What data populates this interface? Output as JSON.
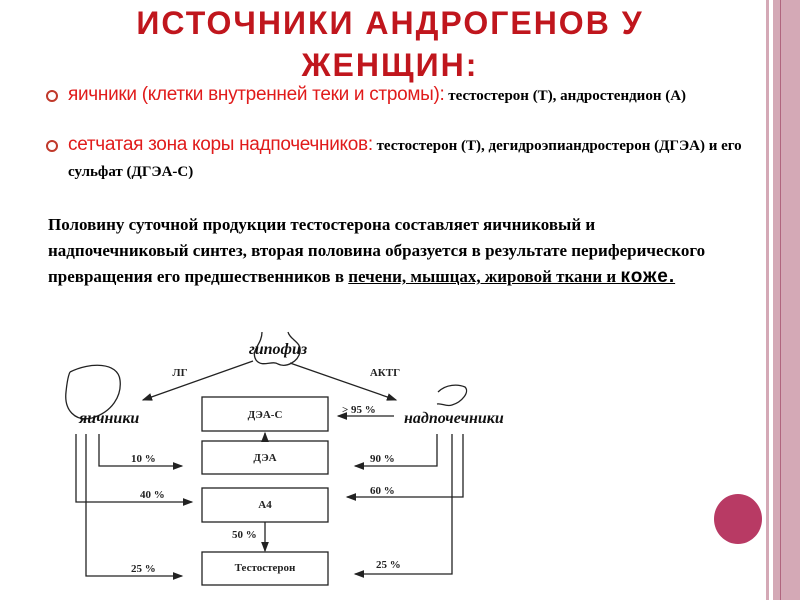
{
  "title": {
    "line1": "ИСТОЧНИКИ АНДРОГЕНОВ У",
    "line2": "ЖЕНЩИН:"
  },
  "bullets": [
    {
      "head": "яичники (клетки внутренней теки и стромы):",
      "body": " тестостерон (Т), андростендион (А)"
    },
    {
      "head": "сетчатая зона коры надпочечников:",
      "body": " тестостерон (Т), дегидроэпиандростерон (ДГЭА) и его сульфат (ДГЭА-С)"
    }
  ],
  "paragraph": {
    "text": "Половину суточной продукции тестостерона составляет яичниковый и надпочечниковый синтез, вторая половина образуется в результате периферического превращения его предшественников в ",
    "u1": "печени, мышцах, жировой ткани и ",
    "u2": "коже."
  },
  "diagram": {
    "pituitary": "гипофиз",
    "lh": "ЛГ",
    "acth": "АКТГ",
    "ovaries": "яичники",
    "adrenals": "надпочечники",
    "boxes": [
      "ДЭА-С",
      "ДЭА",
      "А4",
      "Тестостерон"
    ],
    "adrenal_dheas": "> 95 %",
    "ovary_dhea": "10 %",
    "ovary_a4": "40 %",
    "ovary_t": "25 %",
    "adrenal_dhea": "90 %",
    "adrenal_a4": "60 %",
    "adrenal_t": "25 %",
    "a4_to_t": "50 %"
  },
  "colors": {
    "title": "#c0161d",
    "accent": "#e01b1b",
    "stripe": "#d4a9b6",
    "circle": "#b83a64"
  }
}
